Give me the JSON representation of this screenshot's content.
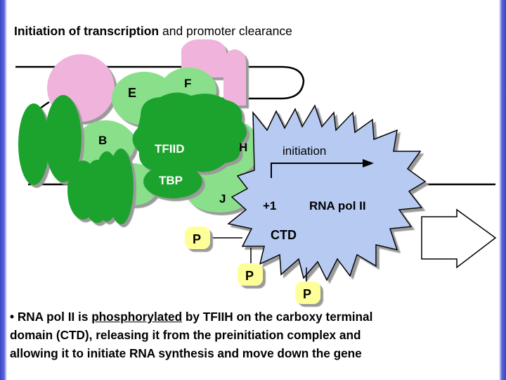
{
  "title": {
    "part1": "Initiation of transcription",
    "part2": "and promoter clearance"
  },
  "diagram": {
    "labels": {
      "E": "E",
      "F": "F",
      "B": "B",
      "TFIID": "TFIID",
      "H": "H",
      "TBP": "TBP",
      "J": "J",
      "initiation": "initiation",
      "plus_one": "+1",
      "rna_pol_ii": "RNA pol II",
      "ctd": "CTD",
      "p1": "P",
      "p2": "P",
      "p3": "P"
    },
    "colors": {
      "dark_green": "#1aa32e",
      "light_green": "#8ae08a",
      "pink": "#f0b4dc",
      "pol_blue": "#b7cbf2",
      "phosphate_yellow": "#ffff99",
      "shadow": "#9a9a9a"
    }
  },
  "caption": {
    "bullet": "•",
    "l1_a": "RNA pol II is",
    "l1_b": "phosphorylated",
    "l1_c": "by TFIIH on the carboxy terminal",
    "l2": "domain (CTD), releasing it from the preinitiation complex and",
    "l3": "allowing it to initiate RNA  synthesis and move down the gene"
  }
}
